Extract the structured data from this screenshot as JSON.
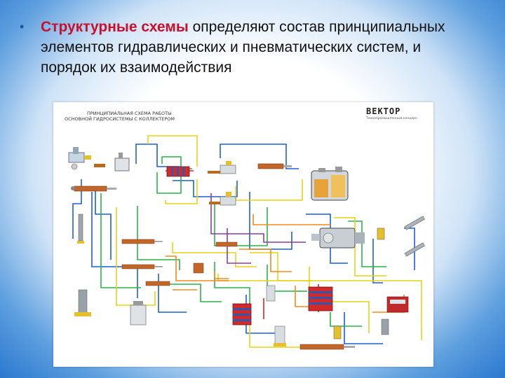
{
  "slide": {
    "bullet": "•",
    "keyword": "Структурные схемы",
    "text": " определяют состав принципиальных  элементов гидравлических и пневматических систем, и порядок их взаимодействия"
  },
  "diagram": {
    "title_line1": "ПРИНЦИПИАЛЬНАЯ СХЕМА РАБОТЫ",
    "title_line2": "ОСНОВНОЙ ГИДРОСИСТЕМЫ С КОЛЛЕКТЕРОМ",
    "logo": "ВЕКТОР",
    "logo_sub": "Технопромышленный концерн"
  },
  "colors": {
    "keyword": "#c8102e",
    "bullet": "#1a56a8",
    "pipe_blue": "#1f5fd1",
    "pipe_green": "#2cb34a",
    "pipe_yellow": "#e7d21a",
    "pipe_orange": "#f08a1c",
    "pipe_purple": "#8a3fa0",
    "pipe_red": "#d9262c"
  }
}
